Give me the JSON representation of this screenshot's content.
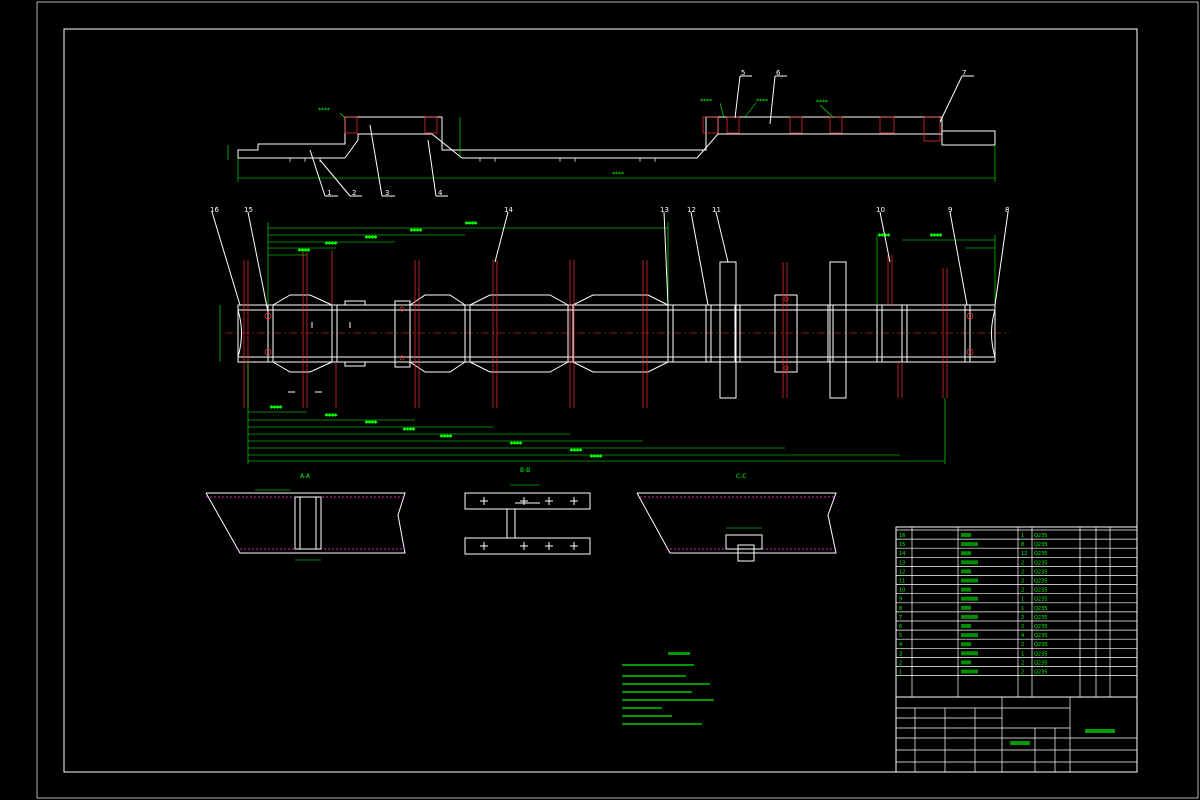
{
  "colors": {
    "background": "#000000",
    "outline": "#ffffff",
    "dimension": "#00ff00",
    "hidden": "#ff3030",
    "centerline": "#ff40ff"
  },
  "balloons": {
    "top": [
      "1",
      "2",
      "3",
      "4",
      "5",
      "6",
      "7"
    ],
    "plan": [
      "16",
      "15",
      "14",
      "13",
      "12",
      "11",
      "10",
      "9",
      "8"
    ]
  },
  "section_labels": {
    "a": "A-A",
    "b": "B-B",
    "c": "C-C"
  },
  "parts_table": {
    "rows": [
      {
        "no": "16",
        "qty": "1",
        "mat": "Q235"
      },
      {
        "no": "15",
        "qty": "8",
        "mat": "Q235"
      },
      {
        "no": "14",
        "qty": "12",
        "mat": "Q235"
      },
      {
        "no": "13",
        "qty": "2",
        "mat": "Q235"
      },
      {
        "no": "12",
        "qty": "2",
        "mat": "Q235"
      },
      {
        "no": "11",
        "qty": "2",
        "mat": "Q235"
      },
      {
        "no": "10",
        "qty": "2",
        "mat": "Q235"
      },
      {
        "no": "9",
        "qty": "1",
        "mat": "Q235"
      },
      {
        "no": "8",
        "qty": "1",
        "mat": "Q235"
      },
      {
        "no": "7",
        "qty": "2",
        "mat": "Q235"
      },
      {
        "no": "6",
        "qty": "2",
        "mat": "Q235"
      },
      {
        "no": "5",
        "qty": "4",
        "mat": "Q235"
      },
      {
        "no": "4",
        "qty": "2",
        "mat": "Q235"
      },
      {
        "no": "3",
        "qty": "1",
        "mat": "Q235"
      },
      {
        "no": "2",
        "qty": "2",
        "mat": "Q235"
      },
      {
        "no": "1",
        "qty": "2",
        "mat": "Q235"
      }
    ]
  }
}
